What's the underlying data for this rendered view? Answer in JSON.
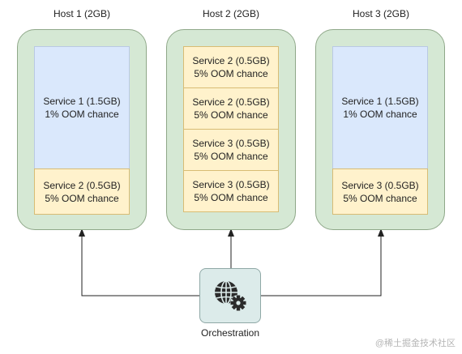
{
  "hosts": [
    {
      "title": "Host 1 (2GB)",
      "services": [
        {
          "name": "Service 1 (1.5GB)",
          "oom": "1% OOM chance"
        },
        {
          "name": "Service 2 (0.5GB)",
          "oom": "5% OOM chance"
        }
      ]
    },
    {
      "title": "Host 2 (2GB)",
      "services": [
        {
          "name": "Service 2 (0.5GB)",
          "oom": "5% OOM chance"
        },
        {
          "name": "Service 2 (0.5GB)",
          "oom": "5% OOM chance"
        },
        {
          "name": "Service 3 (0.5GB)",
          "oom": "5% OOM chance"
        },
        {
          "name": "Service 3 (0.5GB)",
          "oom": "5% OOM chance"
        }
      ]
    },
    {
      "title": "Host 3 (2GB)",
      "services": [
        {
          "name": "Service 1 (1.5GB)",
          "oom": "1% OOM chance"
        },
        {
          "name": "Service 3 (0.5GB)",
          "oom": "5% OOM chance"
        }
      ]
    }
  ],
  "orchestration": {
    "label": "Orchestration",
    "icon": "globe-gear-icon"
  },
  "watermark": "@稀土掘金技术社区",
  "colors": {
    "host_fill": "#d5e8d4",
    "service_large_fill": "#dae8fc",
    "service_small_fill": "#fff2cc",
    "orchestration_fill": "#dcebea"
  }
}
